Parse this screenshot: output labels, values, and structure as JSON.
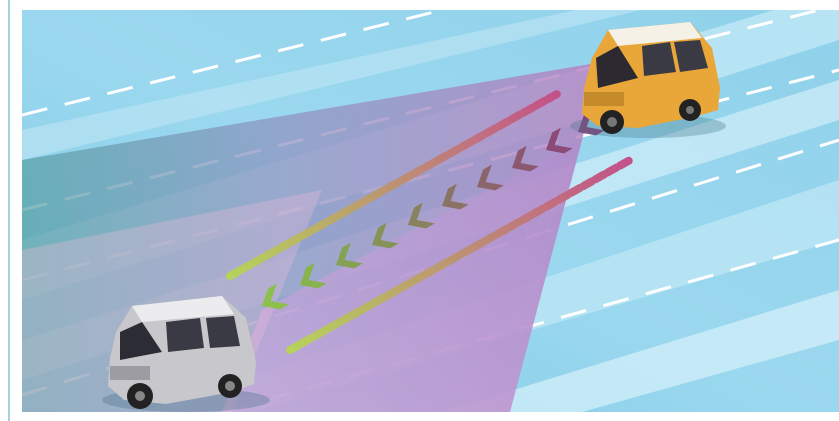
{
  "scene": {
    "kind": "illustration",
    "subject": "adaptive-cruise-control",
    "colors": {
      "sky_road": "#8fd3ec",
      "lane_light": "#c9ecf7",
      "lane_white": "#ffffff",
      "radar_pink": "#c99ad0",
      "radar_teal": "#5fa3b4",
      "chevron_green": "#7fb24a",
      "chevron_purple": "#8a4a7e",
      "lead_car_body": "#e8a63a",
      "lead_car_roof": "#f4f0e6",
      "follow_car_body": "#c9c9cc",
      "follow_car_roof": "#e6e6e8",
      "rule_line": "#a9d3dc"
    },
    "vehicles": [
      {
        "role": "following-vehicle",
        "color": "silver"
      },
      {
        "role": "lead-vehicle",
        "color": "yellow"
      }
    ],
    "chevron_count": 10
  }
}
